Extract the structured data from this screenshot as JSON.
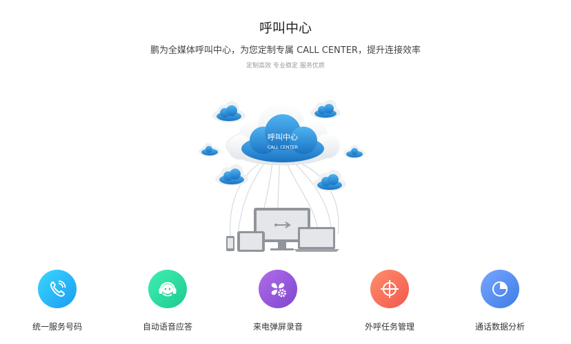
{
  "header": {
    "title": "呼叫中心",
    "subtitle": "鹏为全媒体呼叫中心，为您定制专属 CALL CENTER，提升连接效率",
    "tagline": "定制高效 专业稳定 服务优质"
  },
  "illustration": {
    "cloud_title": "呼叫中心",
    "cloud_subtitle": "CALL CENTER"
  },
  "features": [
    {
      "label": "统一服务号码",
      "icon": "phone-icon"
    },
    {
      "label": "自动语音应答",
      "icon": "headset-icon"
    },
    {
      "label": "来电弹屏录音",
      "icon": "clover-gear-icon"
    },
    {
      "label": "外呼任务管理",
      "icon": "crosshair-icon"
    },
    {
      "label": "通话数据分析",
      "icon": "pie-chart-icon"
    }
  ],
  "colors": {
    "blue_cloud": "#2a8fd6",
    "feature_1": "#1b9cf0",
    "feature_2": "#1ec98f",
    "feature_3": "#7f46cf",
    "feature_4": "#f2574f",
    "feature_5": "#3c7de6"
  }
}
